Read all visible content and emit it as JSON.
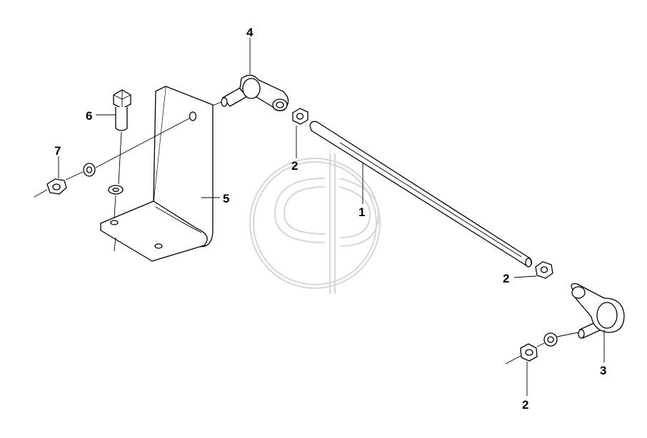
{
  "diagram": {
    "callouts": [
      {
        "id": "c4",
        "label": "4"
      },
      {
        "id": "c6",
        "label": "6"
      },
      {
        "id": "c7",
        "label": "7"
      },
      {
        "id": "c2a",
        "label": "2"
      },
      {
        "id": "c5",
        "label": "5"
      },
      {
        "id": "c1",
        "label": "1"
      },
      {
        "id": "c2b",
        "label": "2"
      },
      {
        "id": "c3",
        "label": "3"
      },
      {
        "id": "c2c",
        "label": "2"
      }
    ]
  }
}
